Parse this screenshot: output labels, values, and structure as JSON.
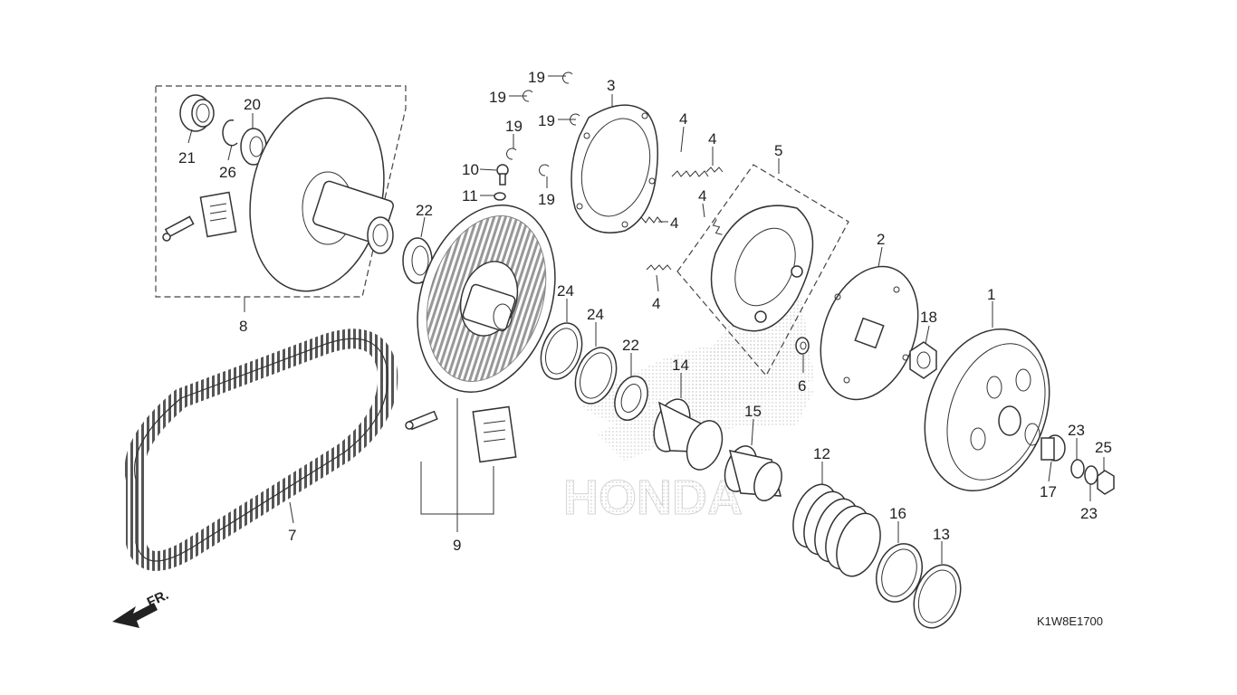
{
  "diagram_code": "K1W8E1700",
  "front_indicator": "FR.",
  "watermark": "HONDA",
  "callouts": [
    {
      "id": "c1",
      "text": "1"
    },
    {
      "id": "c2",
      "text": "2"
    },
    {
      "id": "c3",
      "text": "3"
    },
    {
      "id": "c4a",
      "text": "4"
    },
    {
      "id": "c4b",
      "text": "4"
    },
    {
      "id": "c4c",
      "text": "4"
    },
    {
      "id": "c4d",
      "text": "4"
    },
    {
      "id": "c4e",
      "text": "4"
    },
    {
      "id": "c5",
      "text": "5"
    },
    {
      "id": "c6",
      "text": "6"
    },
    {
      "id": "c7",
      "text": "7"
    },
    {
      "id": "c8",
      "text": "8"
    },
    {
      "id": "c9",
      "text": "9"
    },
    {
      "id": "c10",
      "text": "10"
    },
    {
      "id": "c11",
      "text": "11"
    },
    {
      "id": "c12",
      "text": "12"
    },
    {
      "id": "c13",
      "text": "13"
    },
    {
      "id": "c14",
      "text": "14"
    },
    {
      "id": "c15",
      "text": "15"
    },
    {
      "id": "c16",
      "text": "16"
    },
    {
      "id": "c17",
      "text": "17"
    },
    {
      "id": "c18",
      "text": "18"
    },
    {
      "id": "c19a",
      "text": "19"
    },
    {
      "id": "c19b",
      "text": "19"
    },
    {
      "id": "c19c",
      "text": "19"
    },
    {
      "id": "c19d",
      "text": "19"
    },
    {
      "id": "c19e",
      "text": "19"
    },
    {
      "id": "c20",
      "text": "20"
    },
    {
      "id": "c21",
      "text": "21"
    },
    {
      "id": "c22a",
      "text": "22"
    },
    {
      "id": "c22b",
      "text": "22"
    },
    {
      "id": "c23a",
      "text": "23"
    },
    {
      "id": "c23b",
      "text": "23"
    },
    {
      "id": "c24a",
      "text": "24"
    },
    {
      "id": "c24b",
      "text": "24"
    },
    {
      "id": "c25",
      "text": "25"
    },
    {
      "id": "c26",
      "text": "26"
    }
  ]
}
